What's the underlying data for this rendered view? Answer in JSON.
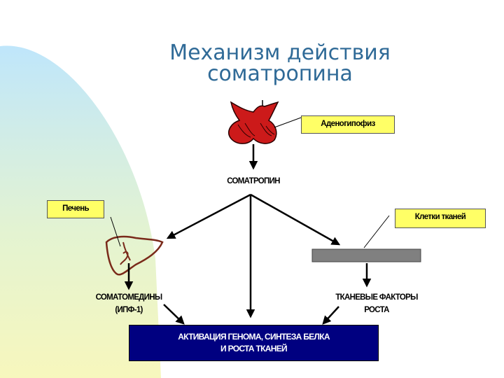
{
  "title": {
    "line1": "Механизм действия",
    "line2": "соматропина"
  },
  "nodes": {
    "adenohypophysis": "Аденогипофиз",
    "somatropin": "СОМАТРОПИН",
    "liver": "Печень",
    "tissue_cells": "Клетки тканей",
    "somatomedins_line1": "СОМАТОМЕДИНЫ",
    "somatomedins_line2": "(ИПФ-1)",
    "tissue_factors_line1": "ТКАНЕВЫЕ ФАКТОРЫ",
    "tissue_factors_line2": "РОСТА",
    "result_line1": "АКТИВАЦИЯ ГЕНОМА, СИНТЕЗА БЕЛКА",
    "result_line2": "И РОСТА ТКАНЕЙ"
  },
  "colors": {
    "title": "#2f6a97",
    "callout_fill": "#ffff66",
    "result_fill": "#000080",
    "gland_fill": "#cc1a1a",
    "liver_stroke": "#7a2a1a",
    "tissue_bar": "#808080"
  },
  "icons": [
    "pituitary-gland-icon",
    "liver-icon"
  ]
}
